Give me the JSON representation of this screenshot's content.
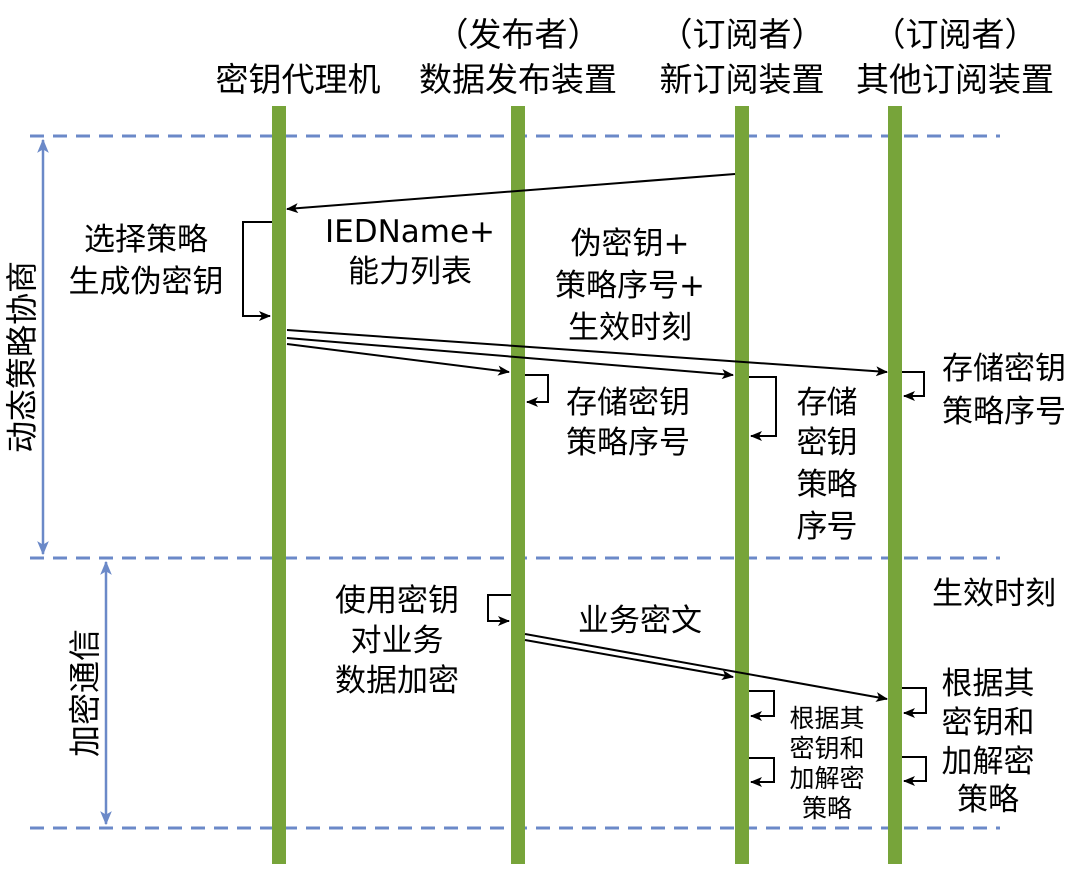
{
  "participants": [
    {
      "role": "",
      "name": "密钥代理机"
    },
    {
      "role": "（发布者）",
      "name": "数据发布装置"
    },
    {
      "role": "（订阅者）",
      "name": "新订阅装置"
    },
    {
      "role": "（订阅者）",
      "name": "其他订阅装置"
    }
  ],
  "phases": {
    "negotiation": "动态策略协商",
    "communication": "加密通信"
  },
  "messages": {
    "request_line1": "IEDName+",
    "request_line2": "能力列表",
    "key_line1": "伪密钥+",
    "key_line2": "策略序号+",
    "key_line3": "生效时刻",
    "business": "业务密文"
  },
  "notes": {
    "select_1": "选择策略",
    "select_2": "生成伪密钥",
    "store_pub_1": "存储密钥",
    "store_pub_2": "策略序号",
    "store_new_1": "存",
    "store_new_2": "储",
    "store_new_3": "密",
    "store_new_4": "钥",
    "store_new_5": "策",
    "store_new_6": "略",
    "store_new_7": "序",
    "store_new_8": "号",
    "store_other_1": "存储密钥",
    "store_other_2": "策略序号",
    "effective_time": "生效时刻",
    "encrypt_1": "使用密钥",
    "encrypt_2": "对业务",
    "encrypt_3": "数据加密",
    "decrypt_new_1": "根据其",
    "decrypt_new_2": "密钥和",
    "decrypt_new_3": "加解密",
    "decrypt_new_4": "策略",
    "decrypt_other_1": "根据其",
    "decrypt_other_2": "密钥和",
    "decrypt_other_3": "加解密",
    "decrypt_other_4": "策略"
  },
  "colors": {
    "lifeline": "#77a43a",
    "divider": "#6b89c8",
    "phase_arrow": "#6b89c8",
    "message": "#000000"
  }
}
